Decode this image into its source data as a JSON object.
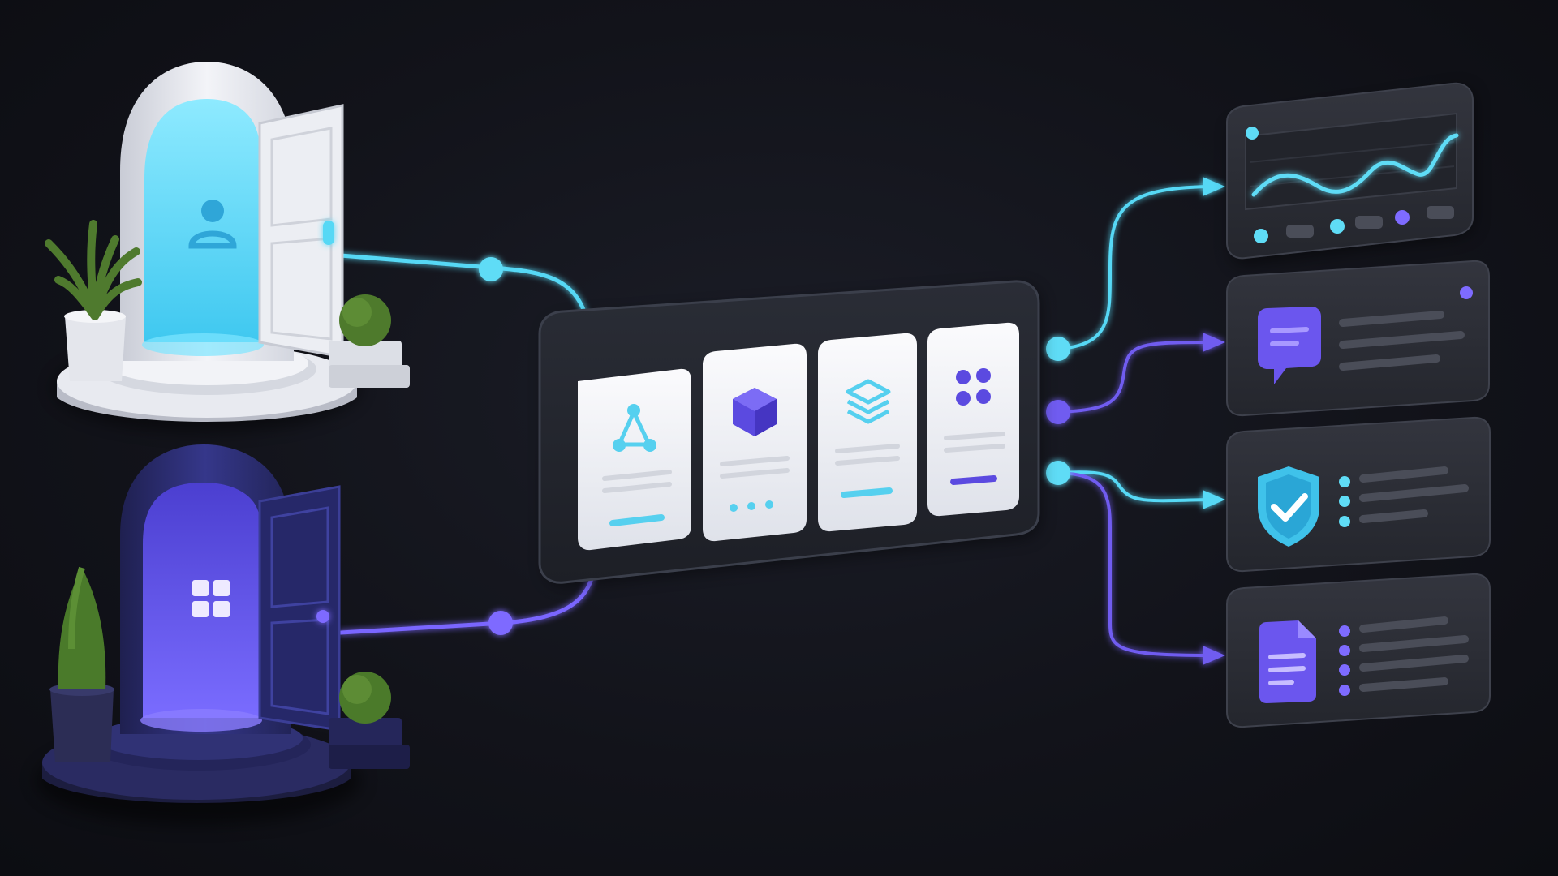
{
  "colors": {
    "background": "#12131a",
    "cyan": "#56d8f5",
    "violet": "#6f5cf0",
    "card_white": "#eceef4",
    "panel_dark": "#2b2d35",
    "door_light": "#e7e9ef",
    "door_dark": "#2e2f6e"
  },
  "entry_doors": [
    {
      "icon": "user-icon",
      "color": "cyan"
    },
    {
      "icon": "grid-icon",
      "color": "violet"
    }
  ],
  "hub_modules": [
    {
      "icon": "network-icon"
    },
    {
      "icon": "hexagon-cube-icon"
    },
    {
      "icon": "layers-icon"
    },
    {
      "icon": "apps-grid-icon"
    }
  ],
  "output_panels": [
    {
      "icon": "line-chart-icon",
      "connector": "cyan"
    },
    {
      "icon": "chat-bubble-icon",
      "connector": "violet"
    },
    {
      "icon": "shield-check-icon",
      "connector": "cyan"
    },
    {
      "icon": "document-icon",
      "connector": "violet"
    }
  ]
}
